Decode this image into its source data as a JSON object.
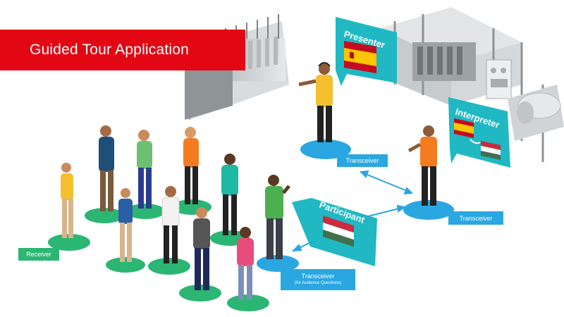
{
  "title": "Guided Tour Application",
  "roles": {
    "presenter": "Presenter",
    "interpreter": "Interpreter",
    "participant": "Participant"
  },
  "labels": {
    "transceiver_presenter": "Transceiver",
    "transceiver_interpreter": "Transceiver",
    "transceiver_participant": "Transceiver",
    "transceiver_participant_note": "(for Audience Questions)",
    "receiver": "Receiver"
  },
  "colors": {
    "banner_red": "#e30613",
    "callout_teal": "#1fb8c3",
    "badge_blue": "#2aa7e0",
    "ground_green": "#2bb673",
    "ground_blue": "#2aa7e0"
  },
  "flags": {
    "presenter": "spain",
    "interpreter": [
      "spain",
      "hungary"
    ],
    "participant": "hungary"
  }
}
